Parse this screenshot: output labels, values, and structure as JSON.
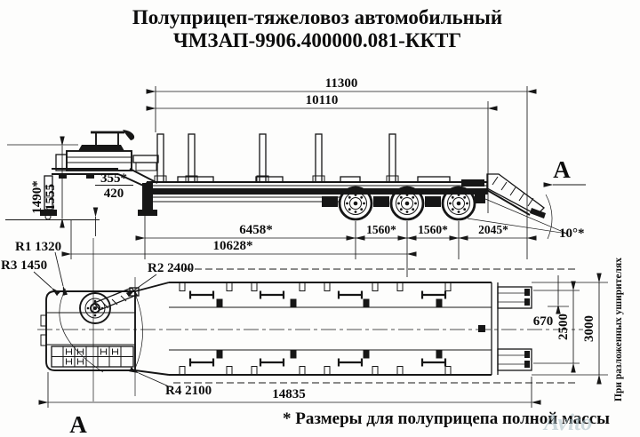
{
  "title": {
    "line1": "Полуприцеп-тяжеловоз автомобильный",
    "line2": "ЧМЗАП-9906.400000.081-ККТГ"
  },
  "side_view": {
    "view_label": "А",
    "dimensions": {
      "overall_length": "11300",
      "deck_length": "10110",
      "height_laden": "1490*",
      "height_unladen": "1555",
      "fifth_wheel_height_laden": "355*",
      "fifth_wheel_height_unladen": "420",
      "kingpin_to_first_axle": "6458*",
      "axle_spacing_1": "1560*",
      "axle_spacing_2": "1560*",
      "rear_overhang": "2045*",
      "kingpin_to_middle_axle": "10628*",
      "ramp_angle": "10°*"
    }
  },
  "plan_view": {
    "section_label": "А",
    "radii": {
      "r1": "R1 1320",
      "r3": "R3 1450",
      "r2": "R2 2400",
      "r4": "R4 2100"
    },
    "dimensions": {
      "centerline_to_edge": "670",
      "platform_width": "2500",
      "extended_width": "3000",
      "total_length": "14835"
    },
    "extended_width_note": "При разложенных уширителях"
  },
  "footnote": "* Размеры для полуприцепа полной массы",
  "watermark": "Avito"
}
